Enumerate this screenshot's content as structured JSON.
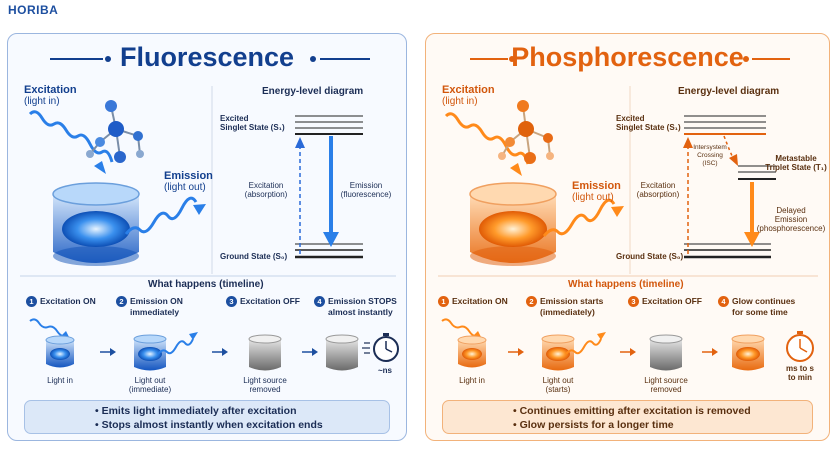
{
  "brand": "HORIBA",
  "fluorescence": {
    "title": "Fluorescence",
    "excitation_label": [
      "Excitation",
      "(light in)"
    ],
    "emission_label": [
      "Emission",
      "(light out)"
    ],
    "diagram_title": "Energy-level diagram",
    "excited_state": [
      "Excited",
      "Singlet State (S₁)"
    ],
    "ground_state": "Ground State (S₀)",
    "excitation_arrow": [
      "Excitation",
      "(absorption)"
    ],
    "emission_arrow": [
      "Emission",
      "(fluorescence)"
    ],
    "timeline_title": "What happens (timeline)",
    "steps": [
      {
        "num": "1",
        "label": [
          "Excitation ON"
        ],
        "caption": [
          "Light in"
        ]
      },
      {
        "num": "2",
        "label": [
          "Emission ON",
          "immediately"
        ],
        "caption": [
          "Light out",
          "(immediate)"
        ]
      },
      {
        "num": "3",
        "label": [
          "Excitation OFF"
        ],
        "caption": [
          "Light source",
          "removed"
        ]
      },
      {
        "num": "4",
        "label": [
          "Emission STOPS",
          "almost instantly"
        ],
        "caption": [
          ""
        ]
      }
    ],
    "timer_label": "~ns",
    "summary": [
      "• Emits light immediately after excitation",
      "• Stops almost instantly when excitation ends"
    ]
  },
  "phosphorescence": {
    "title": "Phosphorescence",
    "excitation_label": [
      "Excitation",
      "(light in)"
    ],
    "emission_label": [
      "Emission",
      "(light out)"
    ],
    "diagram_title": "Energy-level diagram",
    "excited_state": [
      "Excited",
      "Singlet State (S₁)"
    ],
    "isc_label": [
      "Intersystem",
      "Crossing",
      "(ISC)"
    ],
    "triplet_state": [
      "Metastable",
      "Triplet State (T₁)"
    ],
    "ground_state": "Ground State (S₀)",
    "excitation_arrow": [
      "Excitation",
      "(absorption)"
    ],
    "emission_arrow": [
      "Delayed",
      "Emission",
      "(phosphorescence)"
    ],
    "timeline_title": "What happens (timeline)",
    "steps": [
      {
        "num": "1",
        "label": [
          "Excitation ON"
        ],
        "caption": [
          "Light in"
        ]
      },
      {
        "num": "2",
        "label": [
          "Emission starts",
          "(immediately)"
        ],
        "caption": [
          "Light out",
          "(starts)"
        ]
      },
      {
        "num": "3",
        "label": [
          "Excitation OFF"
        ],
        "caption": [
          "Light source",
          "removed"
        ]
      },
      {
        "num": "4",
        "label": [
          "Glow continues",
          "for some time"
        ],
        "caption": [
          ""
        ]
      }
    ],
    "timer_label": [
      "ms to s",
      "to min"
    ],
    "summary": [
      "• Continues emitting after excitation is removed",
      "• Glow persists for a longer time"
    ]
  },
  "colors": {
    "blue_accent": "#123f8e",
    "blue_glow": "#2a7fe8",
    "orange_accent": "#e2620f",
    "orange_glow": "#ff8a1a"
  }
}
